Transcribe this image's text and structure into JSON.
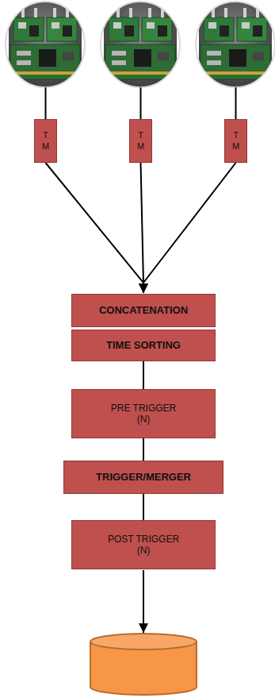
{
  "diagram": {
    "nodes": [
      {
        "text": [
          "T M"
        ]
      },
      {
        "text": [
          "T M"
        ]
      },
      {
        "text": [
          "T M"
        ]
      },
      {
        "text": [
          "CONCATENATION"
        ]
      },
      {
        "text": [
          "TIME SORTING"
        ]
      },
      {
        "text": [
          "PRE TRIGGER",
          "(N)"
        ]
      },
      {
        "text": [
          "TRIGGER/MERGER"
        ]
      },
      {
        "text": [
          "POST TRIGGER",
          "(N)"
        ]
      }
    ],
    "edges": [
      {
        "from": 0,
        "to": 3,
        "arrow": "to"
      },
      {
        "from": 1,
        "to": 3,
        "arrow": "to"
      },
      {
        "from": 2,
        "to": 3,
        "arrow": "to"
      },
      {
        "from": 4,
        "to": 5,
        "arrow": "none"
      },
      {
        "from": 5,
        "to": 6,
        "arrow": "none"
      },
      {
        "from": 6,
        "to": 7,
        "arrow": "none"
      }
    ]
  }
}
